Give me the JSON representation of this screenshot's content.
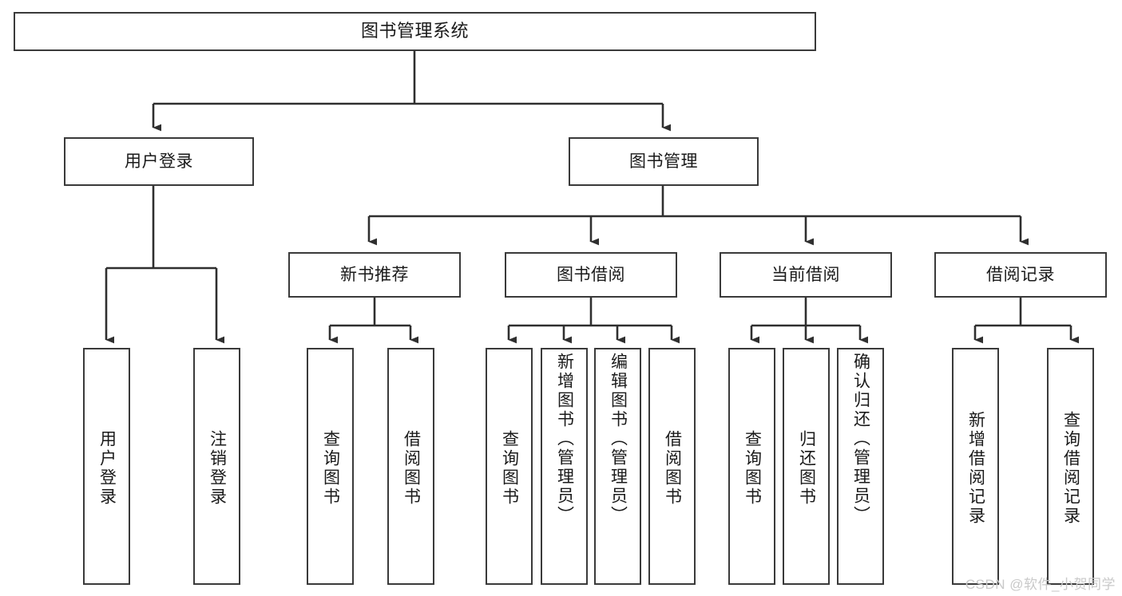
{
  "diagram": {
    "type": "tree-hierarchy-functional-decomposition",
    "root": {
      "label": "图书管理系统"
    },
    "level2": [
      {
        "label": "用户登录"
      },
      {
        "label": "图书管理"
      }
    ],
    "level3": [
      {
        "label": "新书推荐"
      },
      {
        "label": "图书借阅"
      },
      {
        "label": "当前借阅"
      },
      {
        "label": "借阅记录"
      }
    ],
    "leaves": {
      "user_login": [
        {
          "label": "用户登录"
        },
        {
          "label": "注销登录"
        }
      ],
      "new_book_recommend": [
        {
          "label": "查询图书"
        },
        {
          "label": "借阅图书"
        }
      ],
      "book_borrow": [
        {
          "label": "查询图书"
        },
        {
          "label": "新增图书（管理员）"
        },
        {
          "label": "编辑图书（管理员）"
        },
        {
          "label": "借阅图书"
        }
      ],
      "current_borrow": [
        {
          "label": "查询图书"
        },
        {
          "label": "归还图书"
        },
        {
          "label": "确认归还（管理员）"
        }
      ],
      "borrow_record": [
        {
          "label": "新增借阅记录"
        },
        {
          "label": "查询借阅记录"
        }
      ]
    }
  },
  "watermark": {
    "text": "CSDN @软件_小贺同学"
  },
  "colors": {
    "box_border": "#3a3a3a",
    "box_fill": "#ffffff",
    "line": "#2f2f2f",
    "text": "#1a1a1a",
    "watermark": "#c9c9c9"
  }
}
